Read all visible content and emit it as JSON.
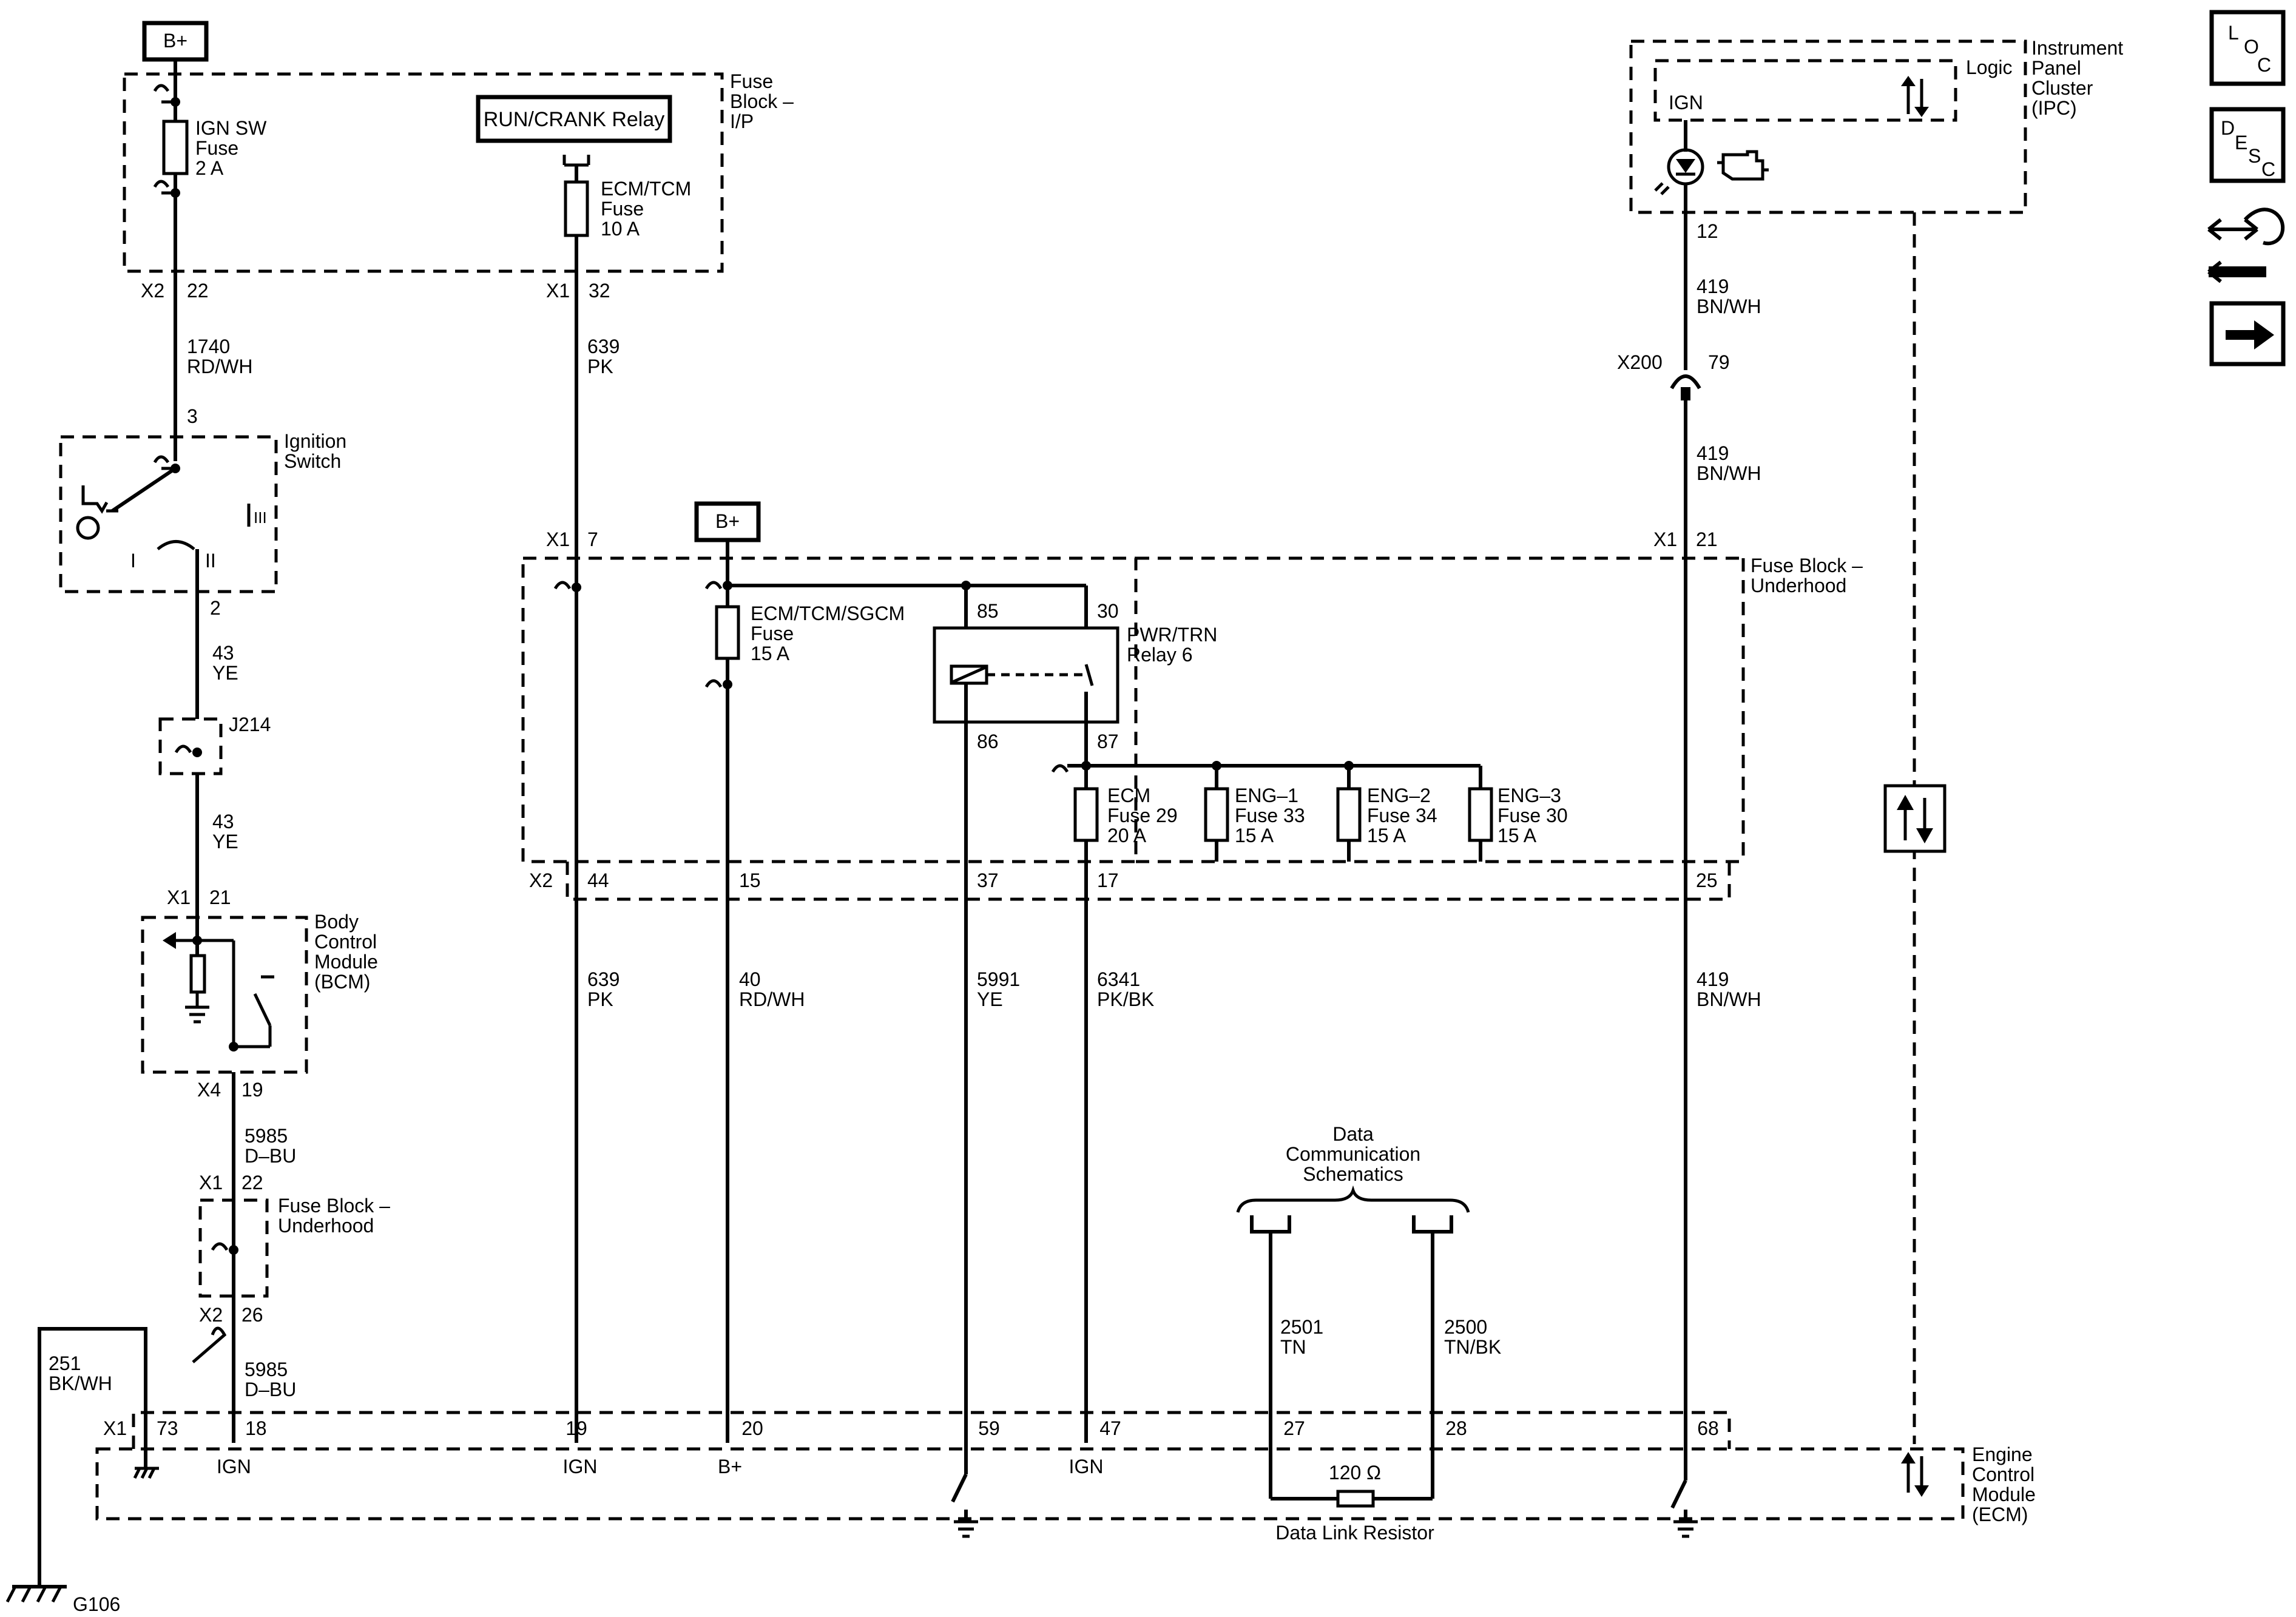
{
  "title": "",
  "nav": {
    "loc": [
      "L",
      "O",
      "C"
    ],
    "desc": [
      "D",
      "E",
      "S",
      "C"
    ],
    "icons": [
      "loc-icon",
      "desc-icon",
      "connector-end-view-icon",
      "next-arrow-icon"
    ]
  },
  "left": {
    "bplus": "B+",
    "fuse_block_ip": [
      "Fuse",
      "Block –",
      "I/P"
    ],
    "ign_sw_fuse": [
      "IGN SW",
      "Fuse",
      "2 A"
    ],
    "x2": "X2",
    "p22": "22",
    "wire1": [
      "1740",
      "RD/WH"
    ],
    "p3": "3",
    "ign_switch": [
      "Ignition",
      "Switch"
    ],
    "pos_I": "I",
    "pos_II": "II",
    "pos_III": "III",
    "p2": "2",
    "wire43a": [
      "43",
      "YE"
    ],
    "j214": "J214",
    "wire43b": [
      "43",
      "YE"
    ],
    "x1": "X1",
    "p21": "21",
    "bcm": [
      "Body",
      "Control",
      "Module",
      "(BCM)"
    ],
    "x4": "X4",
    "p19": "19",
    "wire5985a": [
      "5985",
      "D–BU"
    ],
    "x1b": "X1",
    "p22b": "22",
    "fuse_block_uh": [
      "Fuse Block –",
      "Underhood"
    ],
    "x2b": "X2",
    "p26": "26",
    "wire5985b": [
      "5985",
      "D–BU"
    ],
    "wire251": [
      "251",
      "BK/WH"
    ],
    "x1c": "X1",
    "p73": "73",
    "p18": "18",
    "ign18": "IGN",
    "g106": "G106"
  },
  "ipfuse": {
    "relay": "RUN/CRANK Relay",
    "ecm_tcm_fuse": [
      "ECM/TCM",
      "Fuse",
      "10 A"
    ],
    "x1": "X1",
    "p32": "32",
    "wire639a": [
      "639",
      "PK"
    ]
  },
  "underhood": {
    "x1": "X1",
    "p7": "7",
    "bplus": "B+",
    "label": [
      "Fuse Block –",
      "Underhood"
    ],
    "ecm_tcm_sgcm_fuse": [
      "ECM/TCM/SGCM",
      "Fuse",
      "15 A"
    ],
    "p85": "85",
    "p30": "30",
    "p86": "86",
    "p87": "87",
    "relay": [
      "PWR/TRN",
      "Relay 6"
    ],
    "ecm_fuse29": [
      "ECM",
      "Fuse 29",
      "20 A"
    ],
    "eng1_fuse": [
      "ENG–1",
      "Fuse 33",
      "15 A"
    ],
    "eng2_fuse": [
      "ENG–2",
      "Fuse 34",
      "15 A"
    ],
    "eng3_fuse": [
      "ENG–3",
      "Fuse 30",
      "15 A"
    ],
    "x2": "X2",
    "p44": "44",
    "p15": "15",
    "p37": "37",
    "p17": "17",
    "x1b": "X1",
    "p21": "21",
    "p25": "25"
  },
  "wires_mid": {
    "w639": [
      "639",
      "PK"
    ],
    "w40": [
      "40",
      "RD/WH"
    ],
    "w5991": [
      "5991",
      "YE"
    ],
    "w6341": [
      "6341",
      "PK/BK"
    ],
    "w419c": [
      "419",
      "BN/WH"
    ]
  },
  "ipc": {
    "label": [
      "Instrument",
      "Panel",
      "Cluster",
      "(IPC)"
    ],
    "logic": "Logic",
    "ign": "IGN",
    "p12": "12",
    "wire419a": [
      "419",
      "BN/WH"
    ],
    "x200": "X200",
    "p79": "79",
    "wire419b": [
      "419",
      "BN/WH"
    ]
  },
  "datacomm": {
    "label": [
      "Data",
      "Communication",
      "Schematics"
    ],
    "w2501": [
      "2501",
      "TN"
    ],
    "w2500": [
      "2500",
      "TN/BK"
    ],
    "resistor": "120 Ω",
    "resistor_label": "Data Link Resistor"
  },
  "ecm": {
    "label": [
      "Engine",
      "Control",
      "Module",
      "(ECM)"
    ],
    "p19": "19",
    "p20": "20",
    "p59": "59",
    "p47": "47",
    "p27": "27",
    "p28": "28",
    "p68": "68",
    "ign19": "IGN",
    "bplus20": "B+",
    "ign47": "IGN"
  }
}
